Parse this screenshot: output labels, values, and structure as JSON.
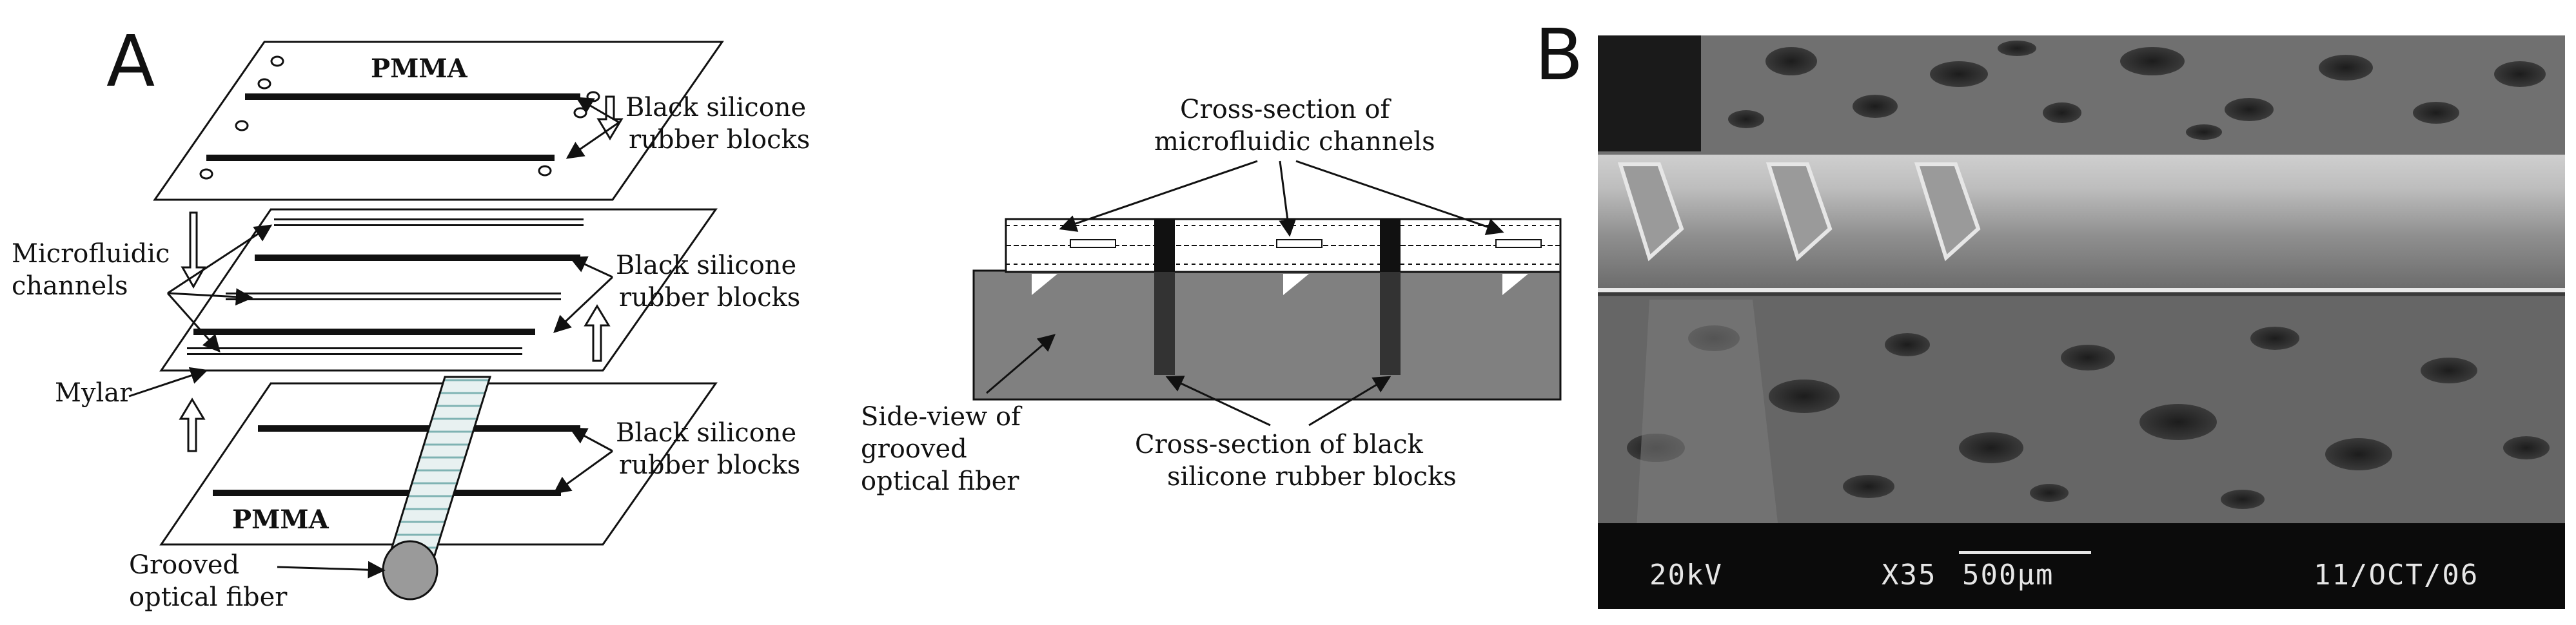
{
  "panels": {
    "a_letter": "A",
    "b_letter": "B"
  },
  "exploded_view": {
    "pmma_top": "PMMA",
    "pmma_bottom": "PMMA",
    "black_blocks_top_1": "Black silicone",
    "black_blocks_top_2": "rubber blocks",
    "black_blocks_mid_1": "Black silicone",
    "black_blocks_mid_2": "rubber blocks",
    "black_blocks_bot_1": "Black silicone",
    "black_blocks_bot_2": "rubber blocks",
    "microfluidic_1": "Microfluidic",
    "microfluidic_2": "channels",
    "mylar": "Mylar",
    "grooved_1": "Grooved",
    "grooved_2": "optical fiber"
  },
  "cross_section": {
    "channels_1": "Cross-section of",
    "channels_2": "microfluidic channels",
    "side_view_1": "Side-view of",
    "side_view_2": "grooved",
    "side_view_3": "optical fiber",
    "blocks_1": "Cross-section of black",
    "blocks_2": "silicone rubber blocks"
  },
  "sem": {
    "voltage": "20kV",
    "magnification": "X35",
    "scale": "500μm",
    "date": "11/OCT/06"
  }
}
